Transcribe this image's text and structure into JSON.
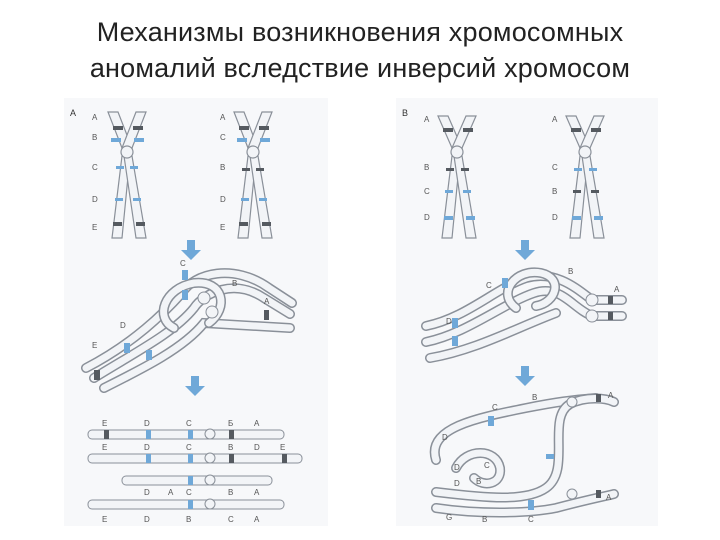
{
  "title": {
    "line1": "Механизмы возникновения хромосомных",
    "line2": "аномалий вследствие инверсий хромосом"
  },
  "colors": {
    "chromosome_fill": "#f2f4f7",
    "chromosome_stroke": "#8a9099",
    "band_blue": "#6fa8d8",
    "band_dark": "#555a60",
    "arrow": "#6fa8d8"
  },
  "panel_a": {
    "label": "A",
    "chrom1_labels": [
      "A",
      "B",
      "C",
      "D",
      "E"
    ],
    "chrom2_labels": [
      "A",
      "C",
      "B",
      "D",
      "E"
    ],
    "loop_labels": [
      "C",
      "B",
      "A",
      "D",
      "E"
    ],
    "products": [
      [
        "E",
        "D",
        "C",
        "Б",
        "A"
      ],
      [
        "E",
        "D",
        "C",
        "B",
        "D",
        "E"
      ],
      [
        "D",
        "A",
        "C",
        "B",
        "A"
      ],
      [
        "E",
        "D",
        "B",
        "C",
        "A"
      ]
    ]
  },
  "panel_b": {
    "label": "B",
    "chrom1_labels": [
      "A",
      "B",
      "C",
      "D"
    ],
    "chrom2_labels": [
      "A",
      "C",
      "B",
      "D"
    ],
    "loop_labels": [
      "C",
      "B",
      "A",
      "D"
    ],
    "result_labels": [
      "B",
      "A",
      "C",
      "D",
      "D",
      "C",
      "B",
      "D",
      "A",
      "B",
      "C",
      "G"
    ]
  }
}
